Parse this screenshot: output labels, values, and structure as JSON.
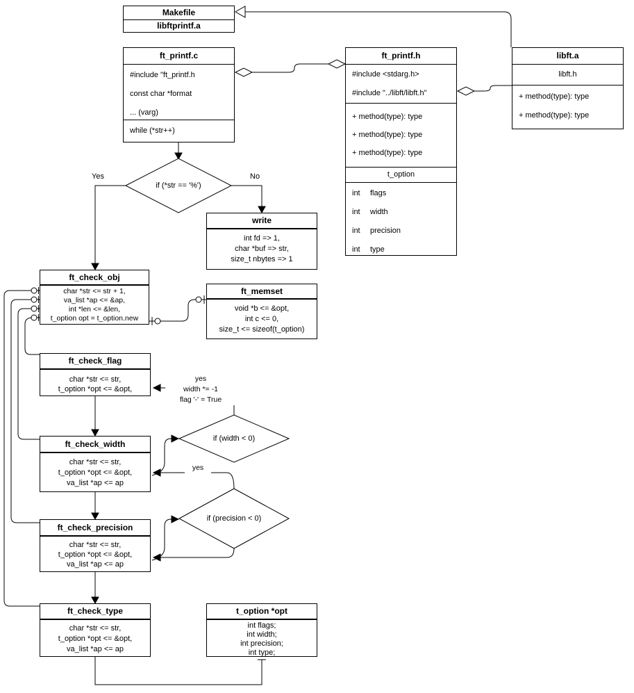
{
  "nodes": {
    "makefile": {
      "title": "Makefile",
      "artifact": "libftprintf.a"
    },
    "ft_printf_c": {
      "title": "ft_printf.c",
      "attrs": [
        "#include \"ft_printf.h",
        "const char *format",
        "... (varg)"
      ],
      "loop": "while (*str++)"
    },
    "ft_printf_h": {
      "title": "ft_printf.h",
      "includes": [
        "#include <stdarg.h>",
        "#include \"../libft/libft.h\""
      ],
      "methods": [
        "+ method(type): type",
        "+ method(type): type",
        "+ method(type): type"
      ],
      "struct_name": "t_option",
      "fields": [
        {
          "type": "int",
          "name": "flags"
        },
        {
          "type": "int",
          "name": "width"
        },
        {
          "type": "int",
          "name": "precision"
        },
        {
          "type": "int",
          "name": "type"
        }
      ]
    },
    "libft_a": {
      "title": "libft.a",
      "header_file": "libft.h",
      "methods": [
        "+ method(type): type",
        "+ method(type): type"
      ]
    },
    "write": {
      "title": "write",
      "args": [
        "int fd => 1,",
        "char *buf => str,",
        "size_t nbytes => 1"
      ]
    },
    "ft_check_obj": {
      "title": "ft_check_obj",
      "args": [
        "char *str <= str + 1,",
        "va_list *ap <= &ap,",
        "int *len <= &len,",
        "t_option opt = t_option.new"
      ]
    },
    "ft_memset": {
      "title": "ft_memset",
      "args": [
        "void *b <= &opt,",
        "int c <= 0,",
        "size_t <= sizeof(t_option)"
      ]
    },
    "ft_check_flag": {
      "title": "ft_check_flag",
      "args": [
        "char *str <= str,",
        "t_option *opt <= &opt,"
      ]
    },
    "ft_check_width": {
      "title": "ft_check_width",
      "args": [
        "char *str <= str,",
        "t_option *opt <= &opt,",
        "va_list *ap <= ap"
      ]
    },
    "ft_check_precision": {
      "title": "ft_check_precision",
      "args": [
        "char *str <= str,",
        "t_option *opt <= &opt,",
        "va_list *ap <= ap"
      ]
    },
    "ft_check_type": {
      "title": "ft_check_type",
      "args": [
        "char *str <= str,",
        "t_option *opt <= &opt,",
        "va_list *ap <= ap"
      ]
    },
    "t_option_opt": {
      "title": "t_option *opt",
      "fields": [
        "int flags;",
        "int width;",
        "int precision;",
        "int type;"
      ]
    }
  },
  "decisions": {
    "percent": "if (*str == '%')",
    "width": "if (width < 0)",
    "precision": "if (precision < 0)"
  },
  "labels": {
    "yes_branch": "Yes",
    "no_branch": "No",
    "width_loop": [
      "yes",
      "width *= -1",
      "flag '-' = True"
    ],
    "precision_yes": "yes"
  },
  "colors": {
    "stroke": "#000000",
    "node_fill": "#ffffff",
    "background": "#ffffff"
  }
}
